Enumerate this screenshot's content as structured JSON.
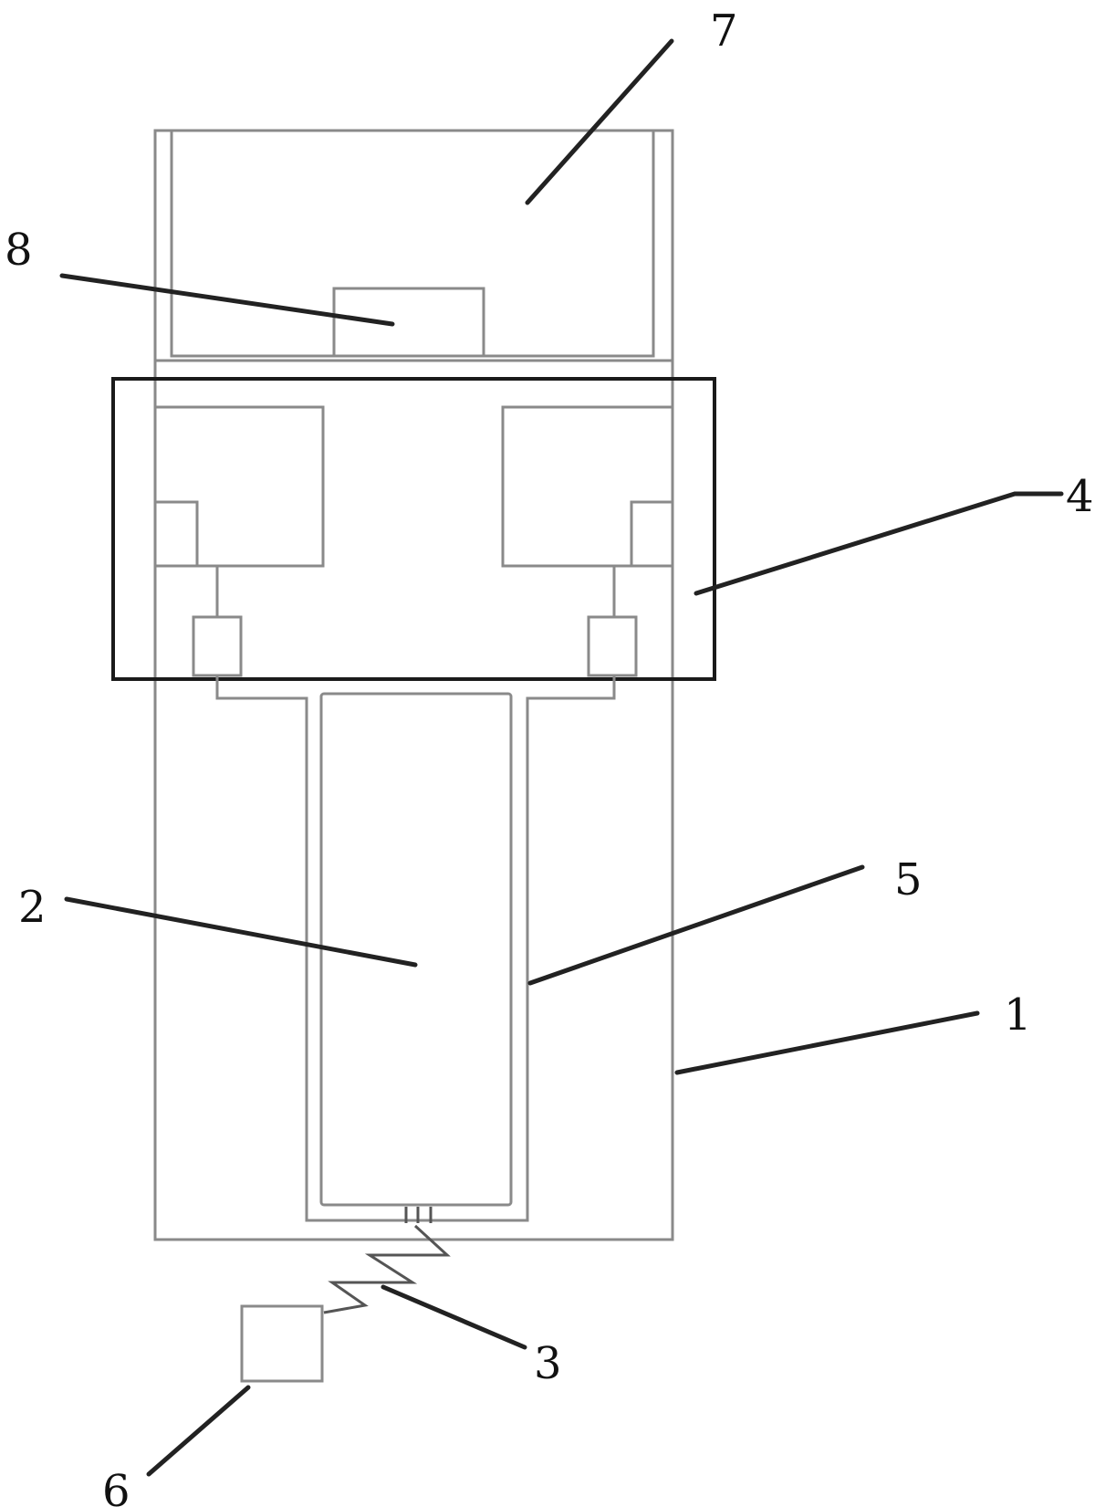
{
  "labels": {
    "l1": "1",
    "l2": "2",
    "l3": "3",
    "l4": "4",
    "l5": "5",
    "l6": "6",
    "l7": "7",
    "l8": "8"
  },
  "colors": {
    "outline": "#8a8a8a",
    "outline_dark": "#1a1a1a",
    "leader": "#222222"
  }
}
